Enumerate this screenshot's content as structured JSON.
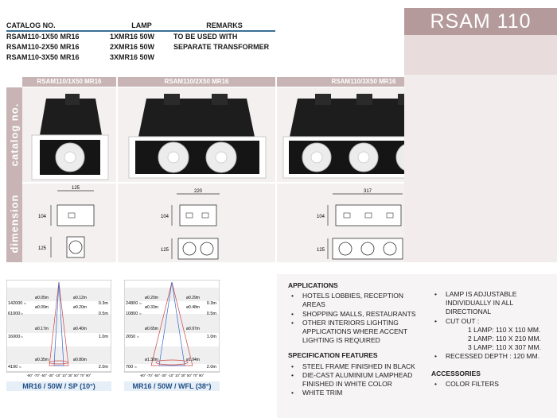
{
  "title": "RSAM 110",
  "catalog": {
    "headers": [
      "CATALOG NO.",
      "LAMP",
      "REMARKS"
    ],
    "rows": [
      [
        "RSAM110-1X50 MR16",
        "1XMR16 50W",
        "TO BE USED WITH"
      ],
      [
        "RSAM110-2X50 MR16",
        "2XMR16 50W",
        "SEPARATE TRANSFORMER"
      ],
      [
        "RSAM110-3X50 MR16",
        "3XMR16 50W",
        ""
      ]
    ]
  },
  "side_labels": {
    "catalog": "catalog no.",
    "dimension": "dimension"
  },
  "products": [
    {
      "label": "RSAM110/1X50 MR16",
      "lamps": 1,
      "width_dim": "125",
      "height_dim": "104",
      "depth_dim": "125"
    },
    {
      "label": "RSAM110/2X50 MR16",
      "lamps": 2,
      "width_dim": "220",
      "height_dim": "104",
      "depth_dim": "125"
    },
    {
      "label": "RSAM110/3X50 MR16",
      "lamps": 3,
      "width_dim": "317",
      "height_dim": "104",
      "depth_dim": "125"
    }
  ],
  "beam_charts": [
    {
      "caption": "MR16 / 50W / SP (10°)",
      "rows": [
        {
          "lux": "142000",
          "distance": "0.3m",
          "left_dia": "ø0.05m",
          "right_dia": "ø0.12m"
        },
        {
          "lux": "61000",
          "distance": "0.5m",
          "left_dia": "ø0.09m",
          "right_dia": "ø0.20m"
        },
        {
          "lux": "16000",
          "distance": "1.0m",
          "left_dia": "ø0.17m",
          "right_dia": "ø0.40m"
        },
        {
          "lux": "4100",
          "distance": "2.0m",
          "left_dia": "ø0.35m",
          "right_dia": "ø0.80m"
        }
      ],
      "axis": "-90° -70° -50° -30° -10° 10° 30° 50° 70° 90°"
    },
    {
      "caption": "MR16 / 50W / WFL (38°)",
      "rows": [
        {
          "lux": "24800",
          "distance": "0.3m",
          "left_dia": "ø0.20m",
          "right_dia": "ø0.29m"
        },
        {
          "lux": "10800",
          "distance": "0.5m",
          "left_dia": "ø0.33m",
          "right_dia": "ø0.48m"
        },
        {
          "lux": "2650",
          "distance": "1.0m",
          "left_dia": "ø0.65m",
          "right_dia": "ø0.97m"
        },
        {
          "lux": "700",
          "distance": "2.0m",
          "left_dia": "ø1.30m",
          "right_dia": "ø1.94m"
        }
      ],
      "axis": "-90° -70° -50° -30° -10° 10° 30° 50° 70° 90°"
    }
  ],
  "lux_unit": "lx",
  "applications": {
    "heading": "APPLICATIONS",
    "items": [
      "HOTELS LOBBIES, RECEPTION AREAS",
      "SHOPPING MALLS, RESTAURANTS",
      "OTHER INTERIORS LIGHTING APPLICATIONS WHERE ACCENT LIGHTING IS REQUIRED"
    ]
  },
  "specification": {
    "heading": "SPECIFICATION  FEATURES",
    "items": [
      "STEEL FRAME FINISHED IN BLACK",
      "DIE-CAST ALUMINIUM LAMPHEAD FINISHED IN WHITE COLOR",
      "WHITE TRIM"
    ]
  },
  "features": {
    "items": [
      "LAMP IS ADJUSTABLE INDIVIDUALLY IN ALL DIRECTIONAL",
      "CUT OUT :"
    ],
    "cutout": [
      "1 LAMP: 110 X 110 MM.",
      "2 LAMP: 110 X 210 MM.",
      "3 LAMP: 110 X 307 MM."
    ],
    "recessed": "RECESSED DEPTH : 120 MM."
  },
  "accessories": {
    "heading": "ACCESSORIES",
    "items": [
      "COLOR  FILTERS"
    ]
  }
}
